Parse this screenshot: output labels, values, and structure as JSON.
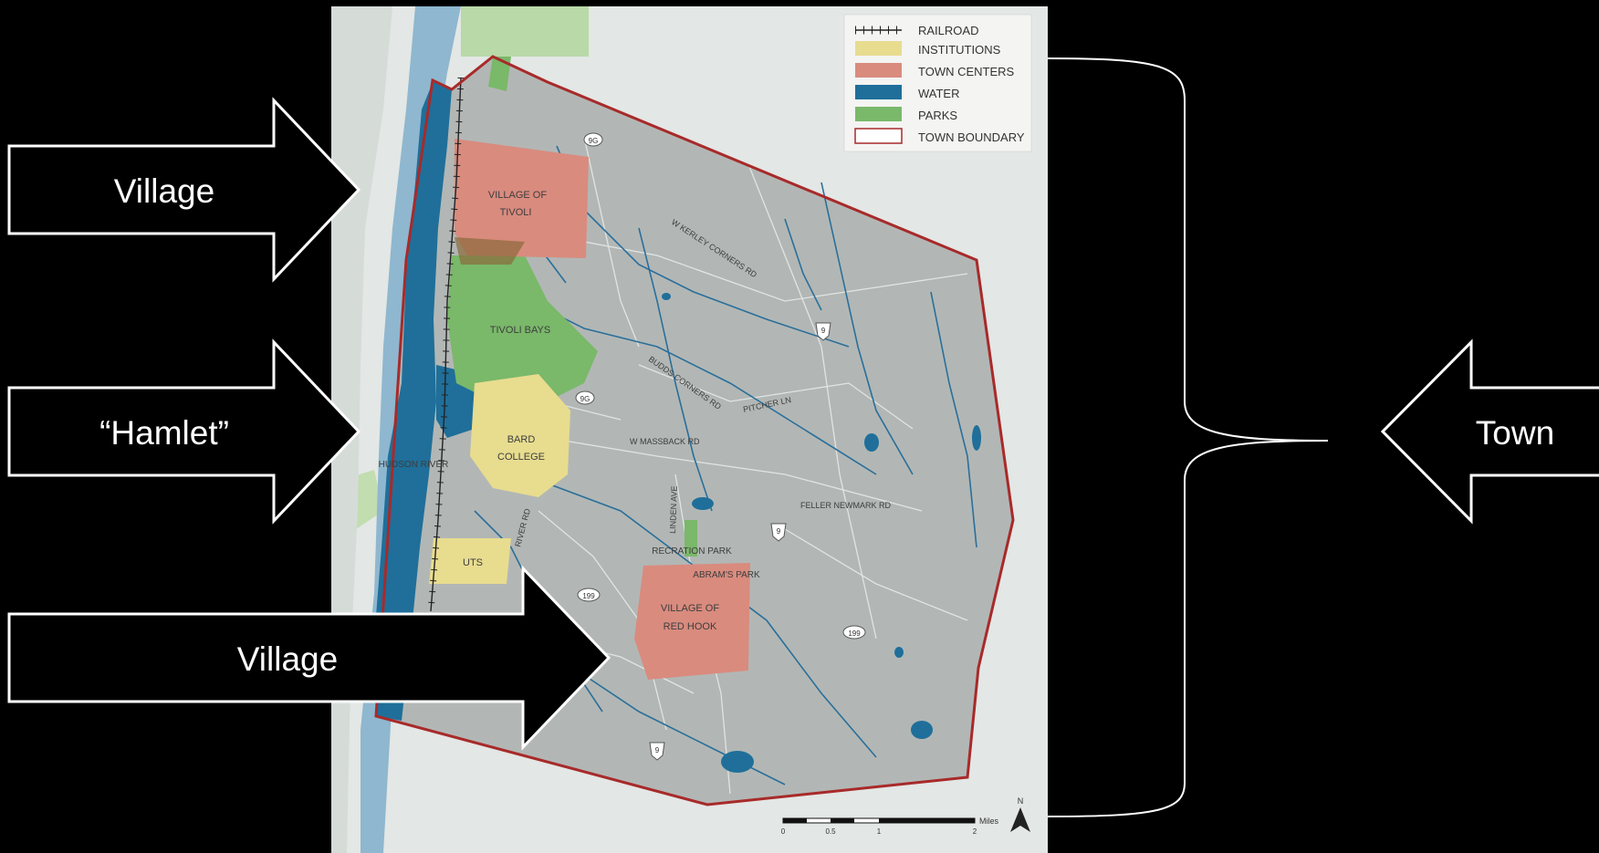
{
  "callouts": {
    "village_top": "Village",
    "hamlet": "“Hamlet”",
    "village_bottom": "Village",
    "town": "Town"
  },
  "legend": {
    "items": [
      {
        "label": "RAILROAD",
        "color": "#333333"
      },
      {
        "label": "INSTITUTIONS",
        "color": "#e8dc8f"
      },
      {
        "label": "TOWN CENTERS",
        "color": "#d98b7e"
      },
      {
        "label": "WATER",
        "color": "#1f6f9a"
      },
      {
        "label": "PARKS",
        "color": "#7ab86a"
      },
      {
        "label": "TOWN BOUNDARY",
        "color": "#a82a2a"
      }
    ]
  },
  "map": {
    "areas": {
      "tivoli_line1": "VILLAGE OF",
      "tivoli_line2": "TIVOLI",
      "tivoli_bays": "TIVOLI BAYS",
      "bard_line1": "BARD",
      "bard_line2": "COLLEGE",
      "uts": "UTS",
      "hudson_river": "HUDSON RIVER",
      "recreation_park": "RECRATION PARK",
      "abrams_park": "ABRAM'S PARK",
      "red_hook_line1": "VILLAGE OF",
      "red_hook_line2": "RED HOOK"
    },
    "roads": {
      "kerley": "W KERLEY CORNERS RD",
      "budds": "BUDDS CORNERS RD",
      "pitcher": "PITCHER LN",
      "massback": "W MASSBACK RD",
      "linden": "LINDEN AVE",
      "feller": "FELLER NEWMARK RD",
      "river": "RIVER RD"
    },
    "shields": {
      "s9g_top": "9G",
      "s9g_mid": "9G",
      "s9_upper": "9",
      "s9_mid": "9",
      "s9_low": "9",
      "s199_left": "199",
      "s199_right": "199"
    },
    "scale": {
      "t0": "0",
      "t05": "0.5",
      "t1": "1",
      "t2": "2",
      "unit": "Miles"
    },
    "north": "N"
  },
  "colors": {
    "background": "#000000",
    "land": "#dfe4e2",
    "town_fill": "#b2b7b5",
    "boundary": "#a82a2a",
    "water": "#1f6f9a",
    "river_light": "#8fb7cf",
    "town_center": "#d98b7e",
    "institution": "#e8dc8f",
    "park": "#7ab86a"
  }
}
